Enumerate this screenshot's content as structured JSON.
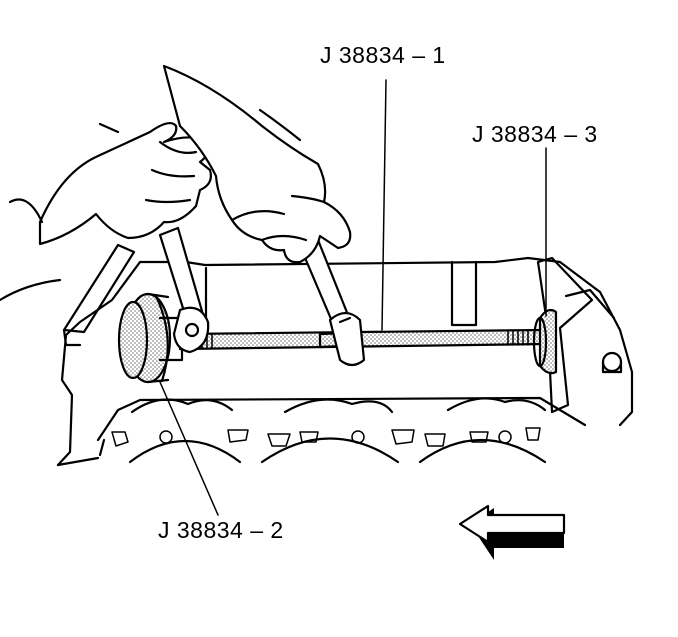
{
  "labels": {
    "tool_1": "J 38834 – 1",
    "tool_2": "J 38834 – 2",
    "tool_3": "J 38834 – 3"
  },
  "colors": {
    "ink": "#000000",
    "paper": "#ffffff",
    "stipple": "#9a9a9a"
  },
  "icons": {
    "direction_arrow": "arrow-left-icon"
  }
}
